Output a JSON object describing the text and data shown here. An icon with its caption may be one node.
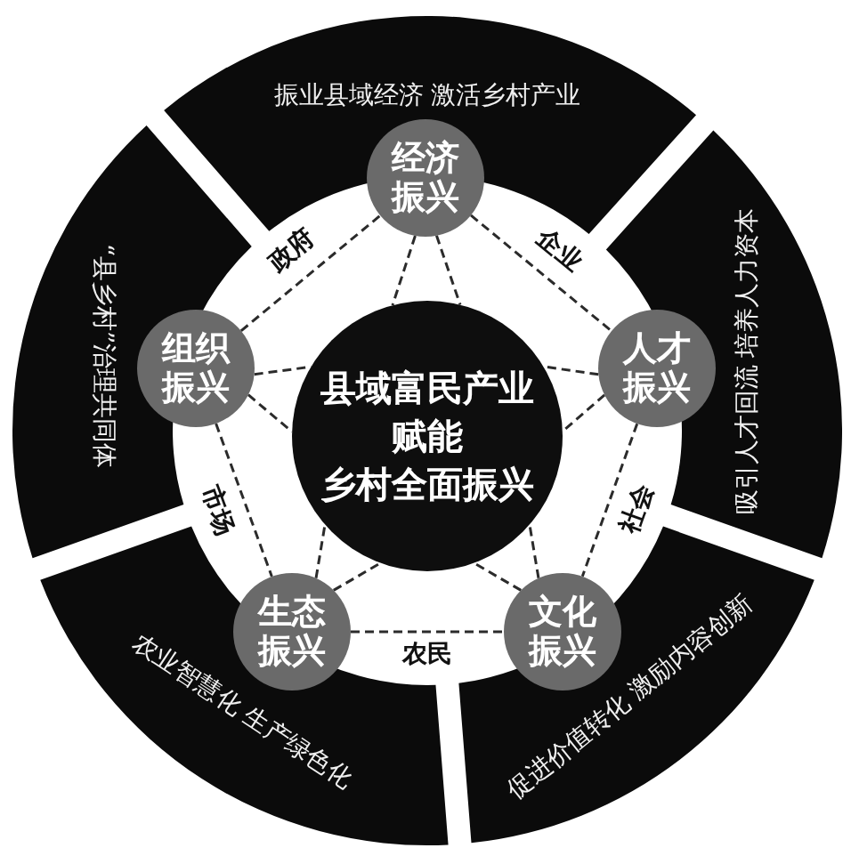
{
  "diagram": {
    "nodes": [
      {
        "text": [
          "县域富民产业赋能乡村全面振兴"
        ]
      },
      {
        "text": [
          "经济振兴"
        ]
      },
      {
        "text": [
          "组织振兴"
        ]
      },
      {
        "text": [
          "人才振兴"
        ]
      },
      {
        "text": [
          "生态振兴"
        ]
      },
      {
        "text": [
          "文化振兴"
        ]
      },
      {
        "text": [
          "振业县域经济 激活乡村产业"
        ]
      },
      {
        "text": [
          "“县乡村”治理共同体"
        ]
      },
      {
        "text": [
          "吸引人才回流 培养人力资本"
        ]
      },
      {
        "text": [
          "农业智慧化 生产绿色化"
        ]
      },
      {
        "text": [
          "促进价值转化 激励内容创新"
        ]
      }
    ],
    "edges": [
      {
        "from": 2,
        "to": 1,
        "arrow": "none",
        "style": "dashed",
        "label": "政府"
      },
      {
        "from": 1,
        "to": 3,
        "arrow": "none",
        "style": "dashed",
        "label": "企业"
      },
      {
        "from": 2,
        "to": 4,
        "arrow": "none",
        "style": "dashed",
        "label": "市场"
      },
      {
        "from": 3,
        "to": 5,
        "arrow": "none",
        "style": "dashed",
        "label": "社会"
      },
      {
        "from": 4,
        "to": 5,
        "arrow": "none",
        "style": "dashed",
        "label": "农民"
      },
      {
        "from": 1,
        "to": 0,
        "arrow": "none",
        "style": "dashed"
      },
      {
        "from": 1,
        "to": 0,
        "arrow": "none",
        "style": "dashed"
      },
      {
        "from": 2,
        "to": 0,
        "arrow": "none",
        "style": "dashed"
      },
      {
        "from": 2,
        "to": 0,
        "arrow": "none",
        "style": "dashed"
      },
      {
        "from": 3,
        "to": 0,
        "arrow": "none",
        "style": "dashed"
      },
      {
        "from": 3,
        "to": 0,
        "arrow": "none",
        "style": "dashed"
      },
      {
        "from": 4,
        "to": 0,
        "arrow": "none",
        "style": "dashed"
      },
      {
        "from": 4,
        "to": 0,
        "arrow": "none",
        "style": "dashed"
      },
      {
        "from": 5,
        "to": 0,
        "arrow": "none",
        "style": "dashed"
      },
      {
        "from": 5,
        "to": 0,
        "arrow": "none",
        "style": "dashed"
      }
    ]
  }
}
